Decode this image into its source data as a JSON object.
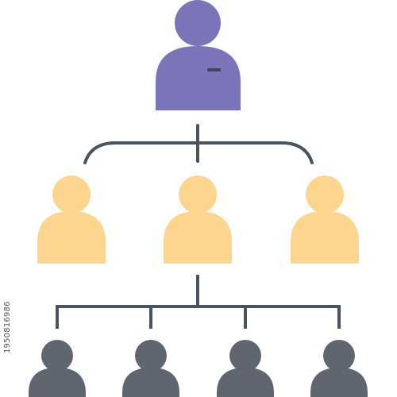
{
  "colors": {
    "leader": "#7a75b8",
    "manager": "#fcd68e",
    "staff": "#5f6670",
    "connector": "#4a545e",
    "leader_badge": "#3f4650"
  },
  "icons": {
    "leader": "person-icon",
    "manager": "person-icon",
    "staff": "person-icon"
  },
  "tiers": {
    "leader_count": 1,
    "manager_count": 3,
    "staff_count": 4
  },
  "image_id": "1950816986"
}
